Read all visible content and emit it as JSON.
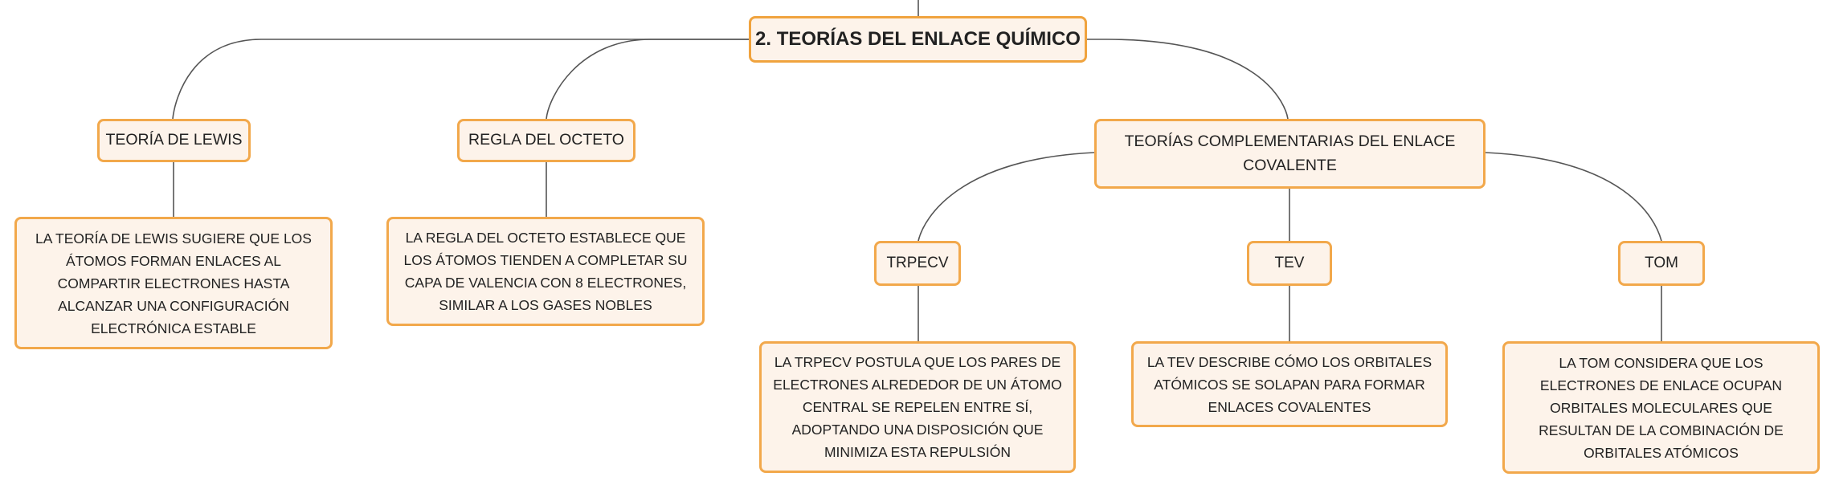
{
  "map": {
    "root": "2. TEORÍAS DEL ENLACE QUÍMICO",
    "lewis": {
      "title": "TEORÍA DE LEWIS",
      "description": "LA TEORÍA DE LEWIS SUGIERE QUE LOS ÁTOMOS FORMAN ENLACES AL COMPARTIR ELECTRONES HASTA ALCANZAR UNA CONFIGURACIÓN ELECTRÓNICA ESTABLE"
    },
    "octeto": {
      "title": "REGLA DEL OCTETO",
      "description": "LA REGLA DEL OCTETO ESTABLECE QUE LOS ÁTOMOS TIENDEN A COMPLETAR SU CAPA DE VALENCIA CON 8 ELECTRONES, SIMILAR A LOS GASES NOBLES"
    },
    "complementarias": {
      "title": "TEORÍAS COMPLEMENTARIAS DEL ENLACE COVALENTE",
      "trpecv": {
        "title": "TRPECV",
        "description": "LA TRPECV POSTULA QUE LOS PARES DE ELECTRONES ALREDEDOR DE UN ÁTOMO CENTRAL SE REPELEN ENTRE SÍ, ADOPTANDO UNA DISPOSICIÓN QUE MINIMIZA ESTA REPULSIÓN"
      },
      "tev": {
        "title": "TEV",
        "description": "LA TEV DESCRIBE CÓMO LOS ORBITALES ATÓMICOS SE SOLAPAN PARA FORMAR ENLACES COVALENTES"
      },
      "tom": {
        "title": "TOM",
        "description": "LA TOM CONSIDERA QUE LOS ELECTRONES DE ENLACE OCUPAN ORBITALES MOLECULARES QUE RESULTAN DE LA COMBINACIÓN DE ORBITALES ATÓMICOS"
      }
    }
  },
  "colors": {
    "node_border": "#f2a84b",
    "node_fill": "#fdf3ea",
    "connector": "#555555"
  }
}
